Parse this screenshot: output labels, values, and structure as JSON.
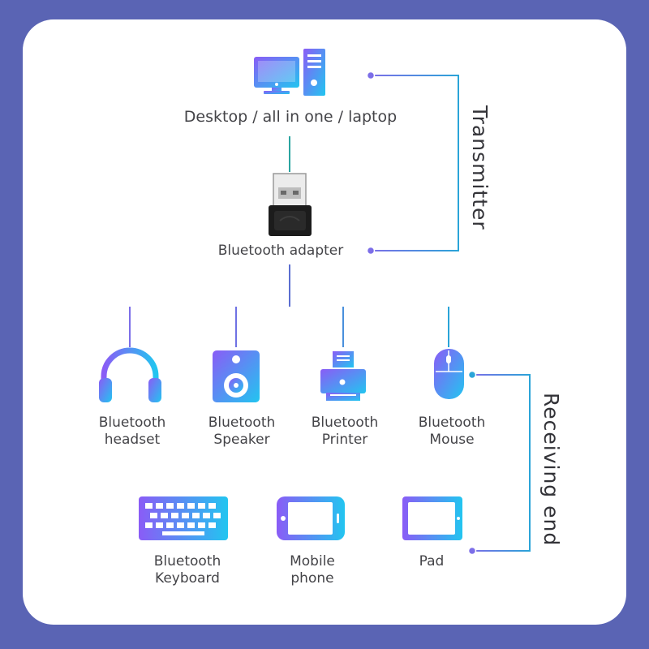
{
  "colors": {
    "background": "#5a64b4",
    "card": "#ffffff",
    "connector_purple": "#7c6ee8",
    "connector_teal": "#2aa4d8",
    "icon_gradient_start": "#8a5cf6",
    "icon_gradient_end": "#22c5f0"
  },
  "computer": {
    "label": "Desktop / all in one / laptop",
    "icon": "desktop-computer-icon"
  },
  "adapter": {
    "label": "Bluetooth adapter",
    "icon": "usb-bluetooth-adapter-icon"
  },
  "side_labels": {
    "transmitter": "Transmitter",
    "receiving": "Receiving end"
  },
  "devices_row1": [
    {
      "line1": "Bluetooth",
      "line2": "headset",
      "icon": "headset-icon"
    },
    {
      "line1": "Bluetooth",
      "line2": "Speaker",
      "icon": "speaker-icon"
    },
    {
      "line1": "Bluetooth",
      "line2": "Printer",
      "icon": "printer-icon"
    },
    {
      "line1": "Bluetooth",
      "line2": "Mouse",
      "icon": "mouse-icon"
    }
  ],
  "devices_row2": [
    {
      "line1": "Bluetooth",
      "line2": "Keyboard",
      "icon": "keyboard-icon"
    },
    {
      "line1": "Mobile",
      "line2": "phone",
      "icon": "mobile-phone-icon"
    },
    {
      "line1": "Pad",
      "line2": "",
      "icon": "tablet-icon"
    }
  ]
}
